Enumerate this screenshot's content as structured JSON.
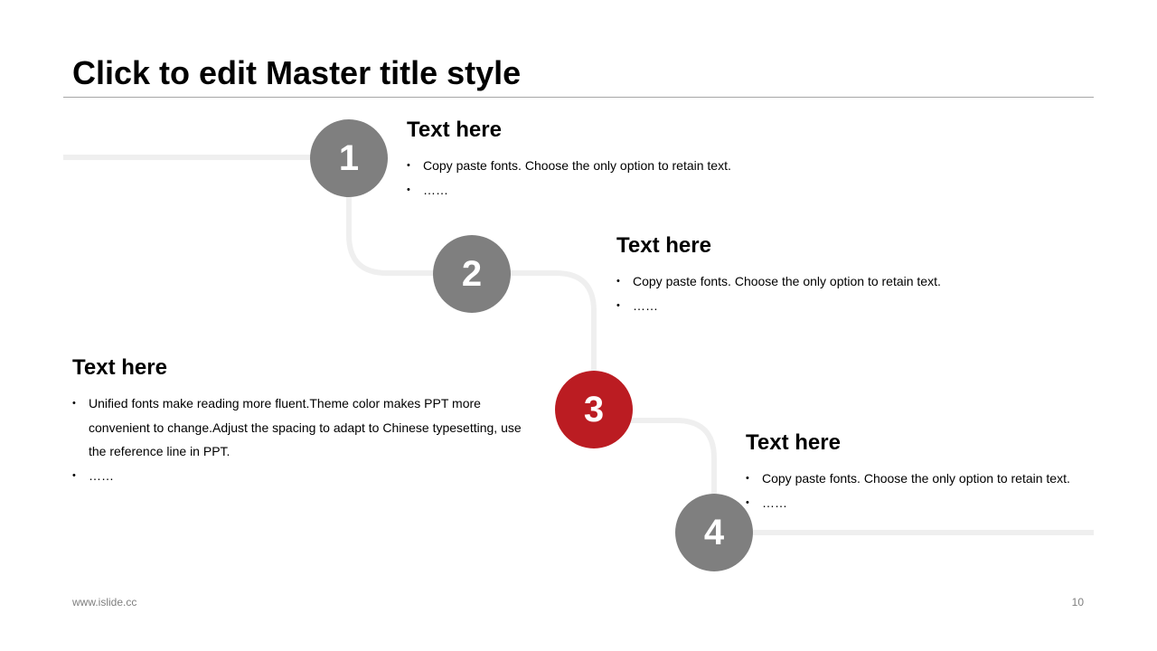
{
  "title": "Click to edit Master title style",
  "steps": [
    {
      "number": "1",
      "heading": "Text here",
      "bullets": [
        "Copy paste fonts. Choose the only option to retain text.",
        "……"
      ]
    },
    {
      "number": "2",
      "heading": "Text here",
      "bullets": [
        "Copy paste fonts. Choose the only option to retain text.",
        "……"
      ]
    },
    {
      "number": "3",
      "heading": "Text here",
      "bullets": [
        "Unified fonts make reading more fluent.Theme color makes PPT more convenient to change.Adjust the spacing to adapt to Chinese typesetting, use the reference line in PPT.",
        "……"
      ]
    },
    {
      "number": "4",
      "heading": "Text here",
      "bullets": [
        "Copy paste fonts. Choose the only option to retain text.",
        "……"
      ]
    }
  ],
  "colors": {
    "accent": "#bb1c22",
    "gray": "#7f7f7f",
    "line": "#efefef"
  },
  "footer": {
    "site": "www.islide.cc",
    "page": "10"
  }
}
